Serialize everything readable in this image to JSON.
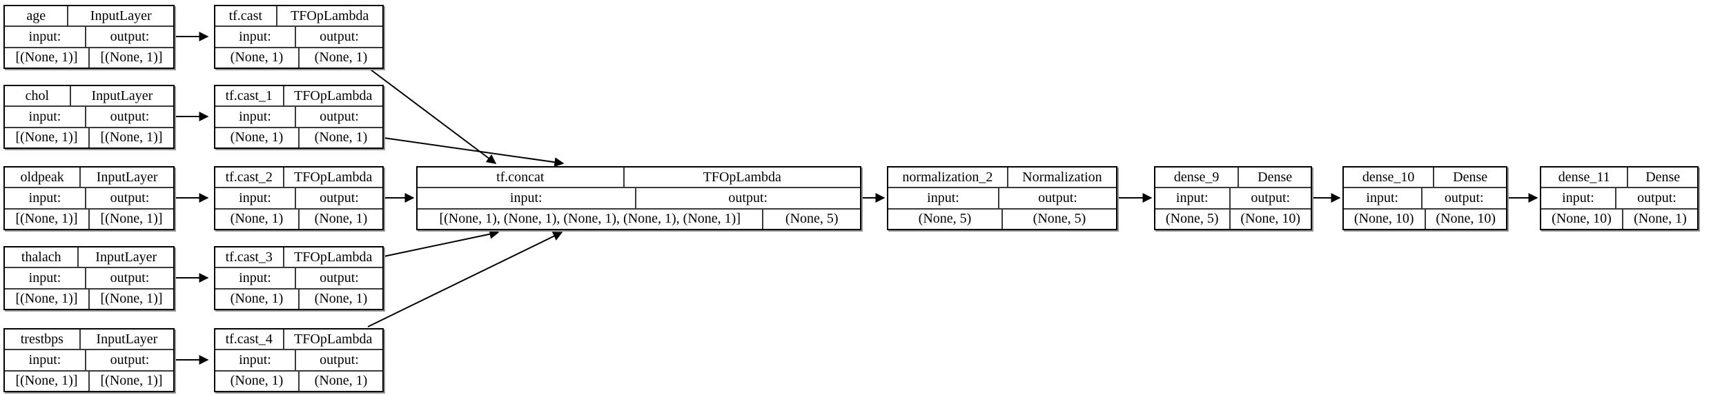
{
  "diagram": {
    "kind": "keras-plot-model-graph",
    "labels": {
      "input": "input:",
      "output": "output:"
    },
    "colors": {
      "background": "#ffffff",
      "node_fill": "#ffffff",
      "border": "#000000",
      "inner_line": "#3a3a3a",
      "shadow": "#979797",
      "edge": "#000000",
      "text": "#000000"
    },
    "nodes": [
      {
        "id": "age",
        "name": "age",
        "type": "InputLayer",
        "input_shape": "[(None, 1)]",
        "output_shape": "[(None, 1)]"
      },
      {
        "id": "chol",
        "name": "chol",
        "type": "InputLayer",
        "input_shape": "[(None, 1)]",
        "output_shape": "[(None, 1)]"
      },
      {
        "id": "oldpeak",
        "name": "oldpeak",
        "type": "InputLayer",
        "input_shape": "[(None, 1)]",
        "output_shape": "[(None, 1)]"
      },
      {
        "id": "thalach",
        "name": "thalach",
        "type": "InputLayer",
        "input_shape": "[(None, 1)]",
        "output_shape": "[(None, 1)]"
      },
      {
        "id": "trestbps",
        "name": "trestbps",
        "type": "InputLayer",
        "input_shape": "[(None, 1)]",
        "output_shape": "[(None, 1)]"
      },
      {
        "id": "tf.cast",
        "name": "tf.cast",
        "type": "TFOpLambda",
        "input_shape": "(None, 1)",
        "output_shape": "(None, 1)"
      },
      {
        "id": "tf.cast_1",
        "name": "tf.cast_1",
        "type": "TFOpLambda",
        "input_shape": "(None, 1)",
        "output_shape": "(None, 1)"
      },
      {
        "id": "tf.cast_2",
        "name": "tf.cast_2",
        "type": "TFOpLambda",
        "input_shape": "(None, 1)",
        "output_shape": "(None, 1)"
      },
      {
        "id": "tf.cast_3",
        "name": "tf.cast_3",
        "type": "TFOpLambda",
        "input_shape": "(None, 1)",
        "output_shape": "(None, 1)"
      },
      {
        "id": "tf.cast_4",
        "name": "tf.cast_4",
        "type": "TFOpLambda",
        "input_shape": "(None, 1)",
        "output_shape": "(None, 1)"
      },
      {
        "id": "tf.concat",
        "name": "tf.concat",
        "type": "TFOpLambda",
        "input_shape": "[(None, 1), (None, 1), (None, 1), (None, 1), (None, 1)]",
        "output_shape": "(None, 5)"
      },
      {
        "id": "normalization_2",
        "name": "normalization_2",
        "type": "Normalization",
        "input_shape": "(None, 5)",
        "output_shape": "(None, 5)"
      },
      {
        "id": "dense_9",
        "name": "dense_9",
        "type": "Dense",
        "input_shape": "(None, 5)",
        "output_shape": "(None, 10)"
      },
      {
        "id": "dense_10",
        "name": "dense_10",
        "type": "Dense",
        "input_shape": "(None, 10)",
        "output_shape": "(None, 10)"
      },
      {
        "id": "dense_11",
        "name": "dense_11",
        "type": "Dense",
        "input_shape": "(None, 10)",
        "output_shape": "(None, 1)"
      }
    ],
    "edges": [
      {
        "from": "age",
        "to": "tf.cast"
      },
      {
        "from": "chol",
        "to": "tf.cast_1"
      },
      {
        "from": "oldpeak",
        "to": "tf.cast_2"
      },
      {
        "from": "thalach",
        "to": "tf.cast_3"
      },
      {
        "from": "trestbps",
        "to": "tf.cast_4"
      },
      {
        "from": "tf.cast",
        "to": "tf.concat"
      },
      {
        "from": "tf.cast_1",
        "to": "tf.concat"
      },
      {
        "from": "tf.cast_2",
        "to": "tf.concat"
      },
      {
        "from": "tf.cast_3",
        "to": "tf.concat"
      },
      {
        "from": "tf.cast_4",
        "to": "tf.concat"
      },
      {
        "from": "tf.concat",
        "to": "normalization_2"
      },
      {
        "from": "normalization_2",
        "to": "dense_9"
      },
      {
        "from": "dense_9",
        "to": "dense_10"
      },
      {
        "from": "dense_10",
        "to": "dense_11"
      }
    ]
  }
}
